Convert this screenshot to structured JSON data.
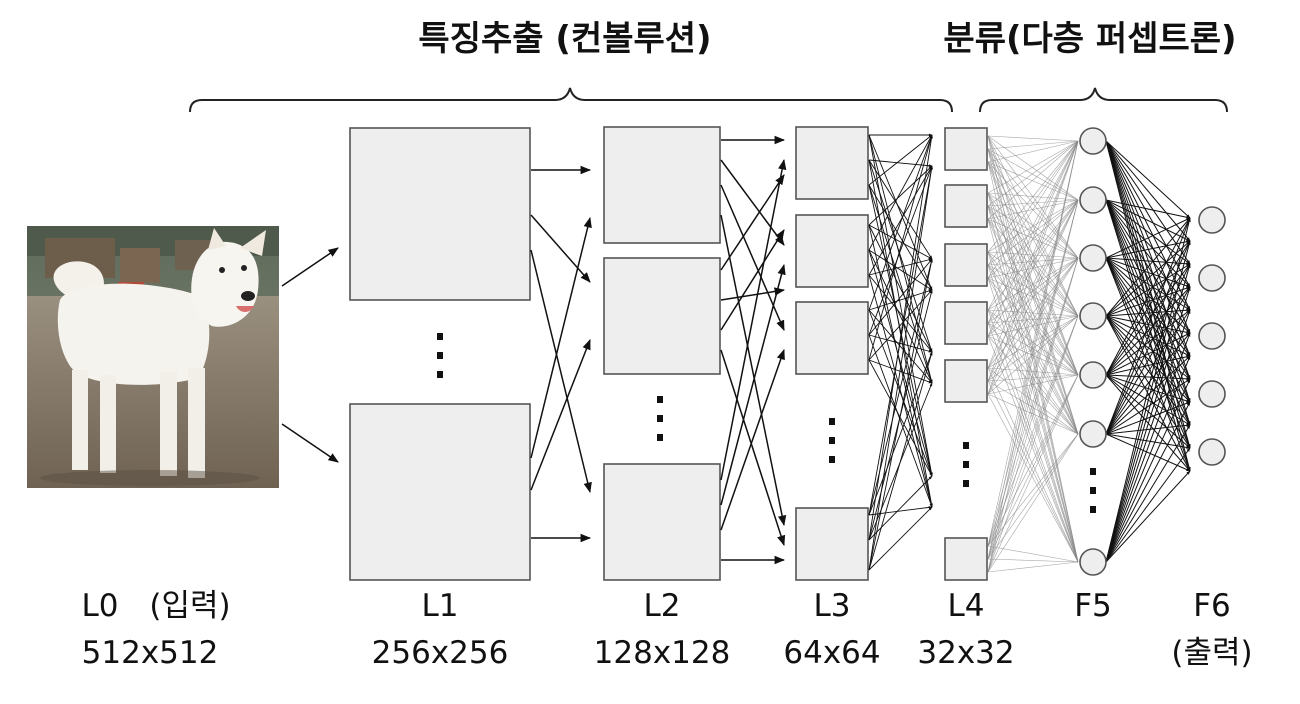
{
  "headings": {
    "feature_extraction": "특징추출 (컨볼루션)",
    "classification": "분류(다층 퍼셉트론)"
  },
  "input_image": {
    "subject": "white dog"
  },
  "layers": [
    {
      "name": "L0",
      "note": "(입력)",
      "size": "512x512"
    },
    {
      "name": "L1",
      "size": "256x256"
    },
    {
      "name": "L2",
      "size": "128x128"
    },
    {
      "name": "L3",
      "size": "64x64"
    },
    {
      "name": "L4",
      "size": "32x32"
    },
    {
      "name": "F5"
    },
    {
      "name": "F6",
      "note": "(출력)"
    }
  ],
  "colors": {
    "box_fill": "#eeeeee",
    "stroke": "#555555",
    "text": "#111111"
  }
}
